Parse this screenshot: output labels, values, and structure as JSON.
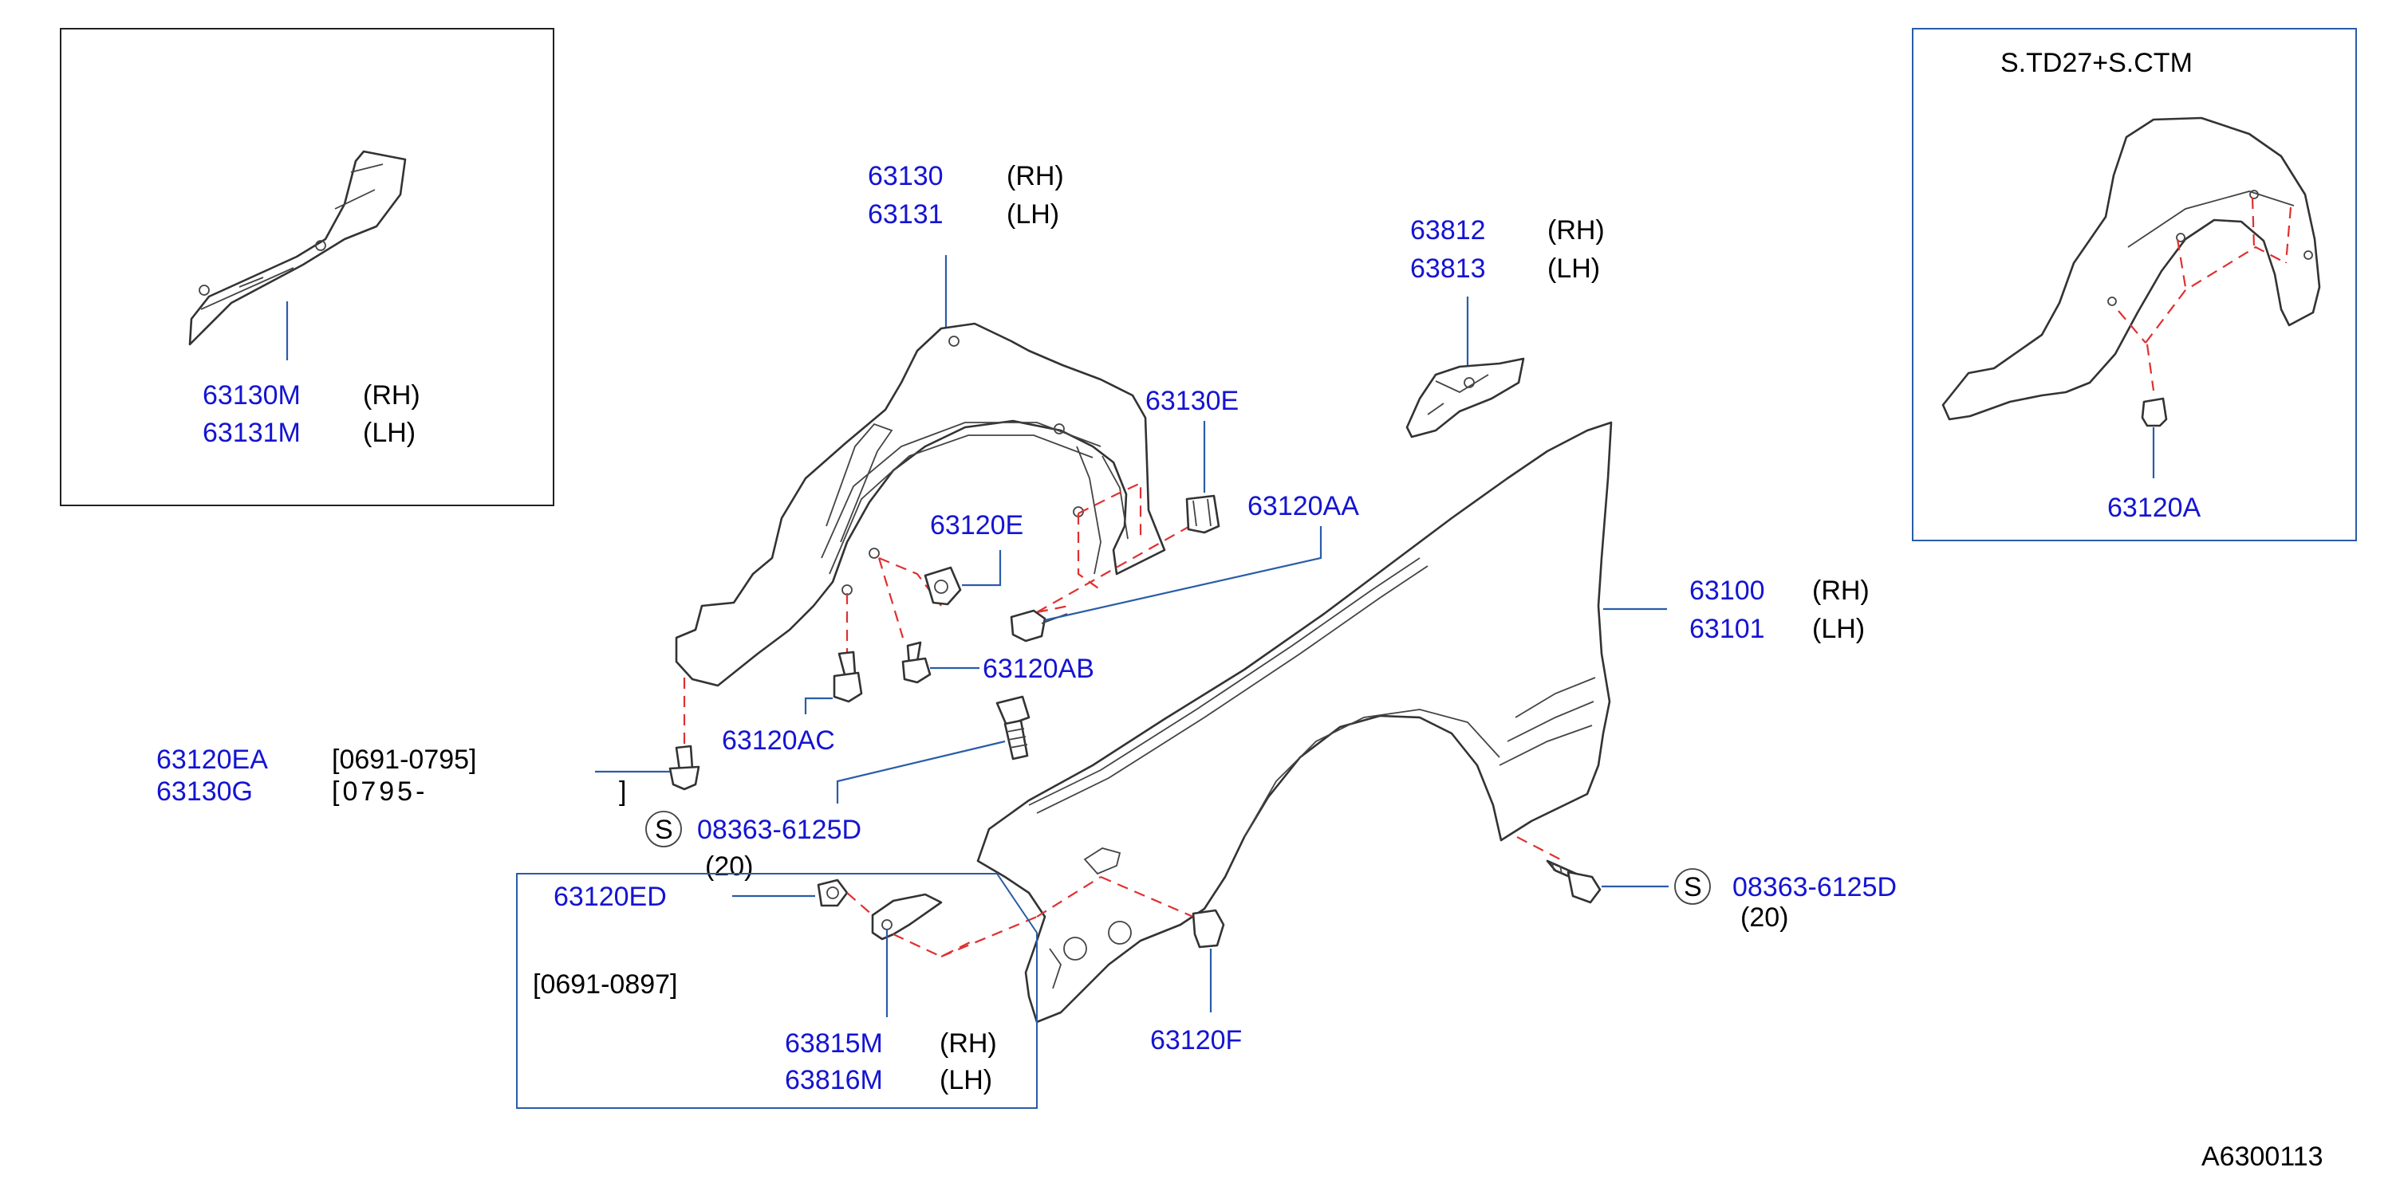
{
  "diagram_code": "A6300113",
  "inset_top_right": {
    "title": "S.TD27+S.CTM",
    "part": "63120A"
  },
  "inset_top_left": {
    "parts": [
      {
        "no": "63130M",
        "side": "(RH)"
      },
      {
        "no": "63131M",
        "side": "(LH)"
      }
    ]
  },
  "wheel_liner": {
    "parts": [
      {
        "no": "63130",
        "side": "(RH)"
      },
      {
        "no": "63131",
        "side": "(LH)"
      }
    ]
  },
  "bracket_63812": {
    "parts": [
      {
        "no": "63812",
        "side": "(RH)"
      },
      {
        "no": "63813",
        "side": "(LH)"
      }
    ]
  },
  "fender": {
    "parts": [
      {
        "no": "63100",
        "side": "(RH)"
      },
      {
        "no": "63101",
        "side": "(LH)"
      }
    ]
  },
  "clips": {
    "c_63130E": "63130E",
    "c_63120AA": "63120AA",
    "c_63120E": "63120E",
    "c_63120AB": "63120AB",
    "c_63120AC": "63120AC",
    "c_63120F": "63120F"
  },
  "left_note": {
    "rows": [
      {
        "no": "63120EA",
        "range": "[0691-0795]"
      },
      {
        "no": "63130G",
        "range": "[0795-"
      }
    ],
    "bracket_close": "]"
  },
  "bolt_left": {
    "symbol": "S",
    "part": "08363-6125D",
    "qty": "(20)"
  },
  "bolt_right": {
    "symbol": "S",
    "part": "08363-6125D",
    "qty": "(20)"
  },
  "inset_bottom": {
    "clip": "63120ED",
    "range": "[0691-0897]",
    "parts": [
      {
        "no": "63815M",
        "side": "(RH)"
      },
      {
        "no": "63816M",
        "side": "(LH)"
      }
    ]
  }
}
